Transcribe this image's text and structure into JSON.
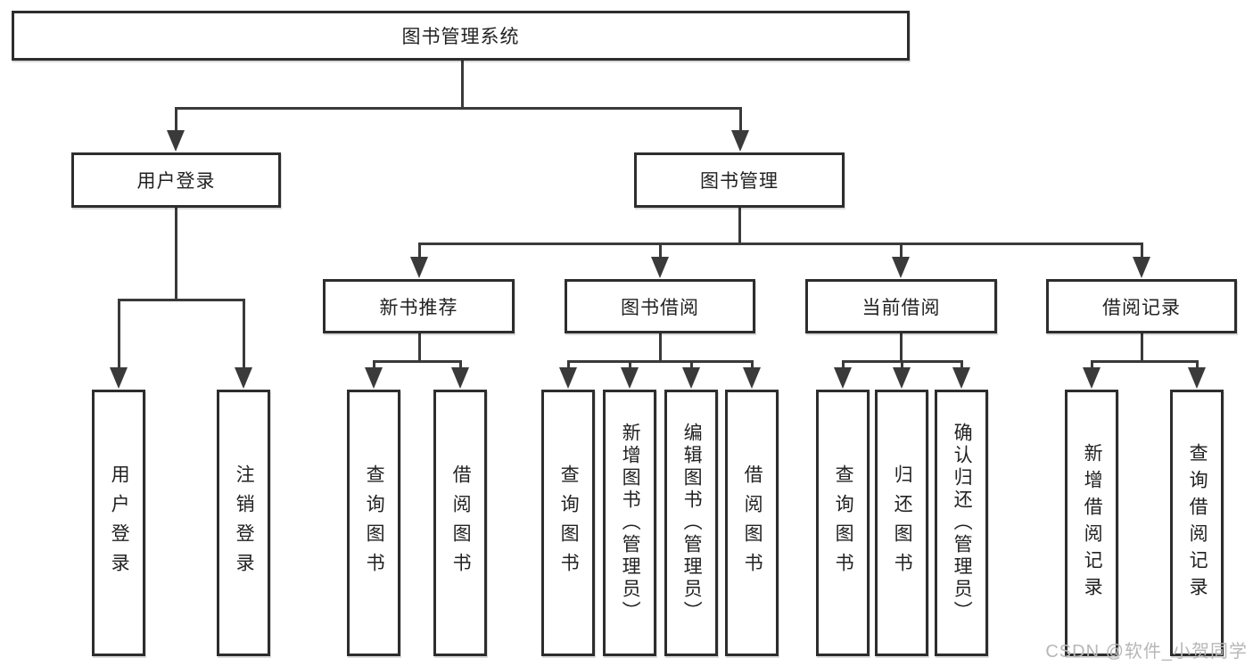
{
  "diagram": {
    "tree": {
      "label": "图书管理系统",
      "children": [
        {
          "label": "用户登录",
          "children": [
            {
              "label": "用户登录"
            },
            {
              "label": "注销登录"
            }
          ]
        },
        {
          "label": "图书管理",
          "children": [
            {
              "label": "新书推荐",
              "children": [
                {
                  "label": "查询图书"
                },
                {
                  "label": "借阅图书"
                }
              ]
            },
            {
              "label": "图书借阅",
              "children": [
                {
                  "label": "查询图书"
                },
                {
                  "label": "新增图书（管理员）"
                },
                {
                  "label": "编辑图书（管理员）"
                },
                {
                  "label": "借阅图书"
                }
              ]
            },
            {
              "label": "当前借阅",
              "children": [
                {
                  "label": "查询图书"
                },
                {
                  "label": "归还图书"
                },
                {
                  "label": "确认归还（管理员）"
                }
              ]
            },
            {
              "label": "借阅记录",
              "children": [
                {
                  "label": "新增借阅记录"
                },
                {
                  "label": "查询借阅记录"
                }
              ]
            }
          ]
        }
      ]
    },
    "watermark": "CSDN @软件_小贺同学",
    "colors": {
      "line": "#3a3a3a",
      "box_border": "#2d2d2d",
      "text": "#222222",
      "watermark": "#b7b7b7",
      "background": "#ffffff"
    }
  }
}
